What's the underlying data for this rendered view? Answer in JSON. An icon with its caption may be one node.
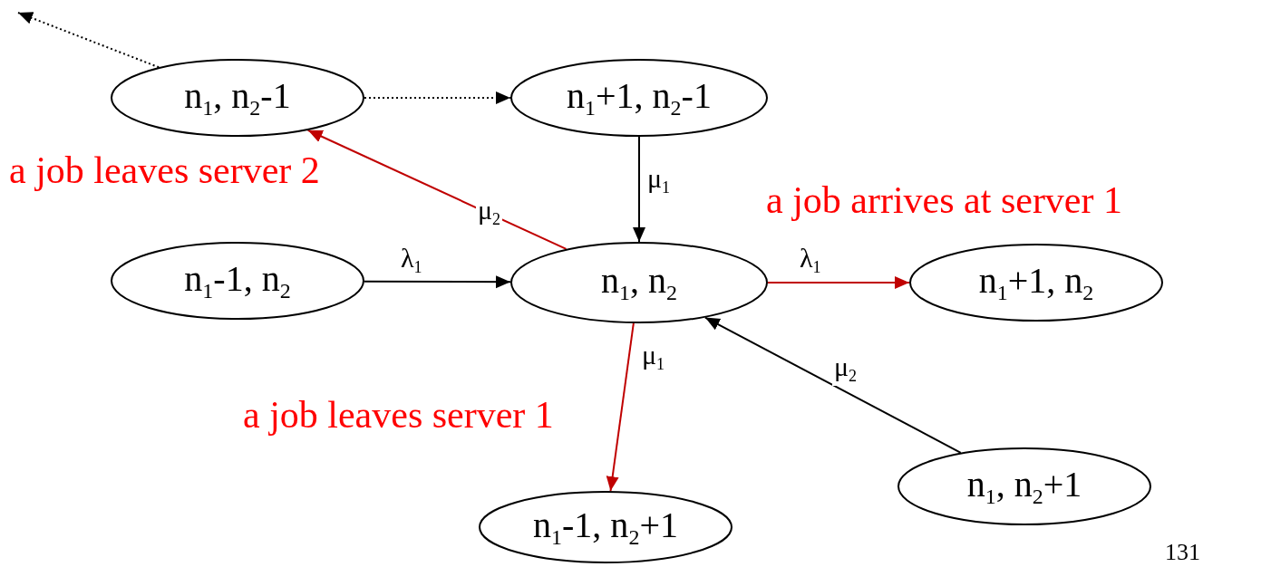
{
  "diagram": {
    "nodes": [
      {
        "text": [
          "n$_{1}$, n$_{2}$-1"
        ]
      },
      {
        "text": [
          "n$_{1}$+1, n$_{2}$-1"
        ]
      },
      {
        "text": [
          "n$_{1}$-1, n$_{2}$"
        ]
      },
      {
        "text": [
          "n$_{1}$, n$_{2}$"
        ]
      },
      {
        "text": [
          "n$_{1}$+1, n$_{2}$"
        ]
      },
      {
        "text": [
          "n$_{1}$, n$_{2}$+1"
        ]
      },
      {
        "text": [
          "n$_{1}$-1, n$_{2}$+1"
        ]
      }
    ],
    "edges": [
      {
        "from": 0,
        "to": null,
        "arrow": "to",
        "style": "dashed"
      },
      {
        "from": 0,
        "to": 1,
        "arrow": "to",
        "style": "dashed"
      },
      {
        "from": 1,
        "to": 3,
        "arrow": "to",
        "label": "μ$_{1}$"
      },
      {
        "from": 3,
        "to": 0,
        "arrow": "to",
        "label": "μ$_{2}$",
        "color": "#c00000"
      },
      {
        "from": 2,
        "to": 3,
        "arrow": "to",
        "label": "λ$_{1}$"
      },
      {
        "from": 3,
        "to": 4,
        "arrow": "to",
        "label": "λ$_{1}$",
        "color": "#c00000"
      },
      {
        "from": 3,
        "to": 6,
        "arrow": "to",
        "label": "μ$_{1}$",
        "color": "#c00000"
      },
      {
        "from": 5,
        "to": 3,
        "arrow": "to",
        "label": "μ$_{2}$"
      }
    ],
    "labels": [
      "a job leaves server 2",
      "a job arrives at server 1",
      "a job leaves server 1",
      "131"
    ]
  }
}
